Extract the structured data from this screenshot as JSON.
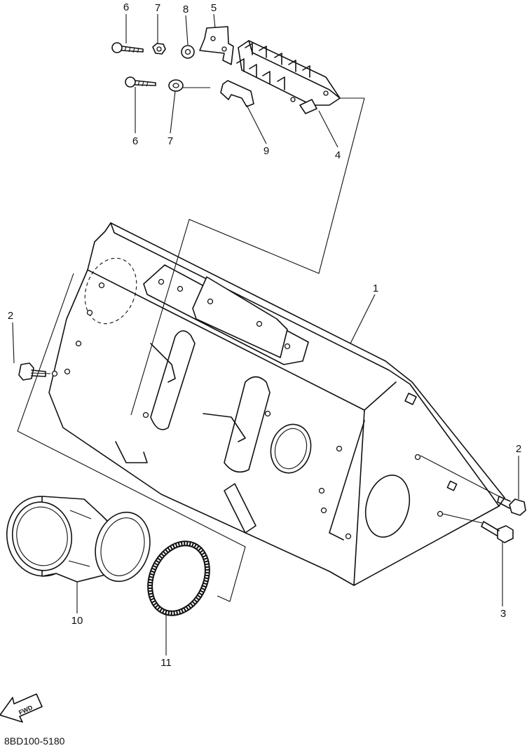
{
  "diagram": {
    "drawing_code": "8BD100-5180",
    "fwd_label": "FWD",
    "callouts": [
      "1",
      "2",
      "2",
      "3",
      "4",
      "5",
      "6",
      "6",
      "7",
      "7",
      "8",
      "9",
      "10",
      "11"
    ]
  }
}
